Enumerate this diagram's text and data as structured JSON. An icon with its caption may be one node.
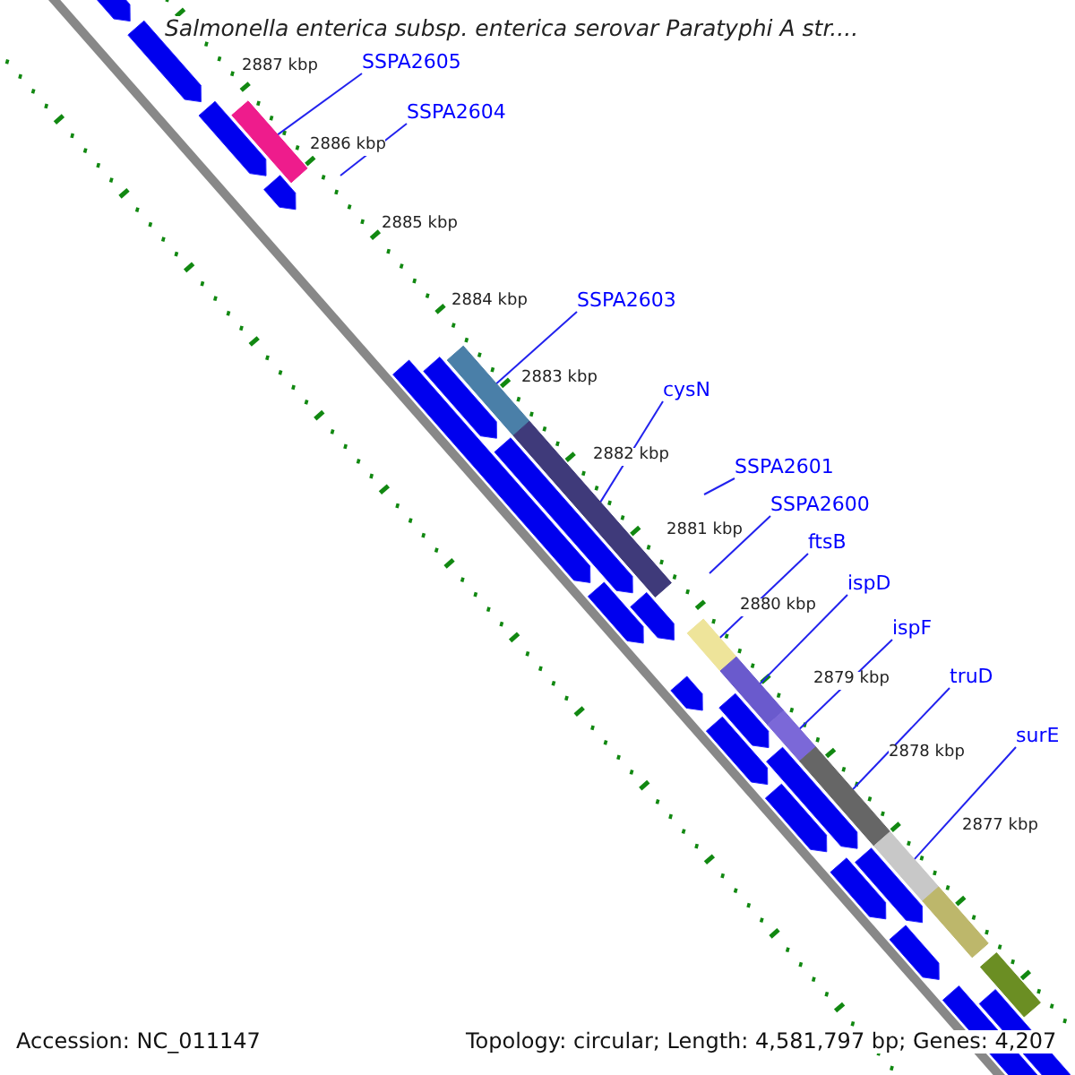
{
  "diagram": {
    "title": "Salmonella enterica subsp. enterica serovar Paratyphi A str....",
    "nodes": [
      {
        "text": [
          "SSPA2605"
        ]
      },
      {
        "text": [],
        "shape": "bar"
      },
      {
        "text": [
          "SSPA2604"
        ]
      },
      {
        "text": [
          "SSPA2603"
        ]
      },
      {
        "text": [],
        "shape": "bar"
      },
      {
        "text": [
          "cysN"
        ]
      },
      {
        "text": [],
        "shape": "bar"
      },
      {
        "text": [
          "SSPA2601"
        ]
      },
      {
        "text": [
          "SSPA2600"
        ]
      },
      {
        "text": [
          "ftsB"
        ]
      },
      {
        "text": [],
        "shape": "bar"
      },
      {
        "text": [
          "ispD"
        ]
      },
      {
        "text": [],
        "shape": "bar"
      },
      {
        "text": [
          "ispF"
        ]
      },
      {
        "text": [],
        "shape": "bar"
      },
      {
        "text": [
          "truD"
        ]
      },
      {
        "text": [],
        "shape": "bar"
      },
      {
        "text": [
          "surE"
        ]
      },
      {
        "text": [],
        "shape": "bar"
      },
      {
        "text": [],
        "shape": "bar"
      },
      {
        "text": [],
        "shape": "bar"
      },
      {
        "text": [],
        "shape": "arrow"
      }
    ],
    "edges": [
      {
        "from": 0,
        "to": 1,
        "arrow": "none"
      },
      {
        "from": 2,
        "to": null,
        "arrow": "none"
      },
      {
        "from": 3,
        "to": 4,
        "arrow": "none"
      },
      {
        "from": 5,
        "to": 6,
        "arrow": "none"
      },
      {
        "from": 7,
        "to": null,
        "arrow": "none"
      },
      {
        "from": 8,
        "to": null,
        "arrow": "none"
      },
      {
        "from": 9,
        "to": 10,
        "arrow": "none"
      },
      {
        "from": 11,
        "to": 12,
        "arrow": "none"
      },
      {
        "from": 13,
        "to": 14,
        "arrow": "none"
      },
      {
        "from": 15,
        "to": 16,
        "arrow": "none"
      },
      {
        "from": 17,
        "to": 18,
        "arrow": "none"
      }
    ],
    "labels": [
      "2887 kbp",
      "2886 kbp",
      "2885 kbp",
      "2884 kbp",
      "2883 kbp",
      "2882 kbp",
      "2881 kbp",
      "2880 kbp",
      "2879 kbp",
      "2878 kbp",
      "2877 kbp",
      "Accession: NC_011147",
      "Topology: circular; Length: 4,581,797 bp; Genes: 4,207"
    ]
  }
}
